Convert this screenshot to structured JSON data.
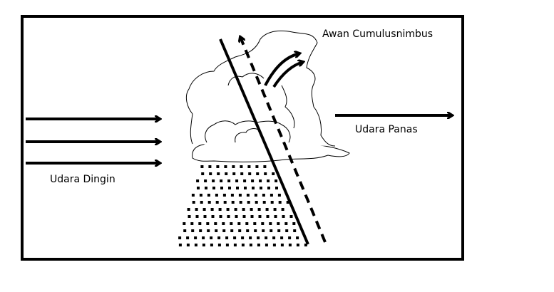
{
  "labels": {
    "cloud": "Awan Cumulusnimbus",
    "warm_air": "Udara Panas",
    "cold_air": "Udara Dingin"
  },
  "colors": {
    "ink": "#000000",
    "background": "#ffffff"
  }
}
